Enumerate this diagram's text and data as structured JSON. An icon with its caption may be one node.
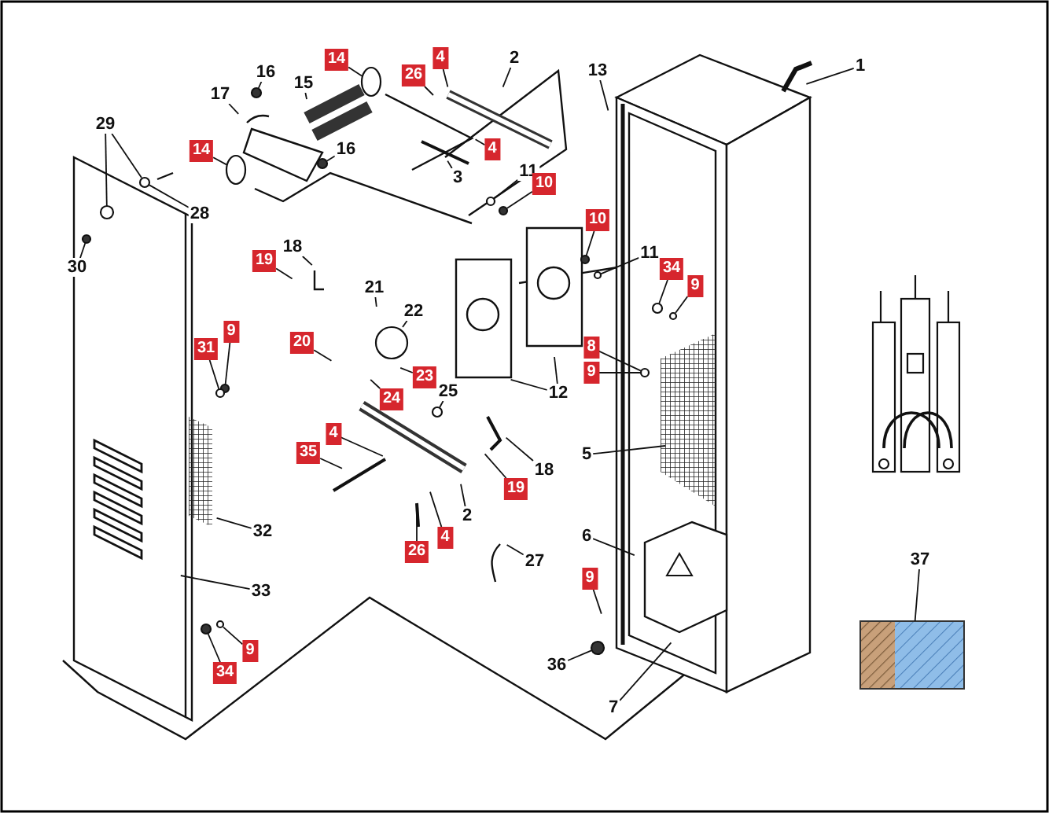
{
  "diagram": {
    "nodes": [
      {
        "text": [
          "1"
        ]
      },
      {
        "text": [
          "2"
        ]
      },
      {
        "text": [
          "4"
        ]
      },
      {
        "text": [
          "14"
        ]
      },
      {
        "text": [
          "13"
        ]
      },
      {
        "text": [
          "26"
        ]
      },
      {
        "text": [
          "16"
        ]
      },
      {
        "text": [
          "15"
        ]
      },
      {
        "text": [
          "17"
        ]
      },
      {
        "text": [
          "29"
        ]
      },
      {
        "text": [
          "14"
        ]
      },
      {
        "text": [
          "16"
        ]
      },
      {
        "text": [
          "4"
        ]
      },
      {
        "text": [
          "11"
        ]
      },
      {
        "text": [
          "3"
        ]
      },
      {
        "text": [
          "10"
        ]
      },
      {
        "text": [
          "28"
        ]
      },
      {
        "text": [
          "10"
        ]
      },
      {
        "text": [
          "18"
        ]
      },
      {
        "text": [
          "11"
        ]
      },
      {
        "text": [
          "19"
        ]
      },
      {
        "text": [
          "30"
        ]
      },
      {
        "text": [
          "34"
        ]
      },
      {
        "text": [
          "9"
        ]
      },
      {
        "text": [
          "21"
        ]
      },
      {
        "text": [
          "22"
        ]
      },
      {
        "text": [
          "9"
        ]
      },
      {
        "text": [
          "20"
        ]
      },
      {
        "text": [
          "8"
        ]
      },
      {
        "text": [
          "31"
        ]
      },
      {
        "text": [
          "9"
        ]
      },
      {
        "text": [
          "23"
        ]
      },
      {
        "text": [
          "25"
        ]
      },
      {
        "text": [
          "12"
        ]
      },
      {
        "text": [
          "24"
        ]
      },
      {
        "text": [
          "4"
        ]
      },
      {
        "text": [
          "35"
        ]
      },
      {
        "text": [
          "5"
        ]
      },
      {
        "text": [
          "18"
        ]
      },
      {
        "text": [
          "19"
        ]
      },
      {
        "text": [
          "2"
        ]
      },
      {
        "text": [
          "32"
        ]
      },
      {
        "text": [
          "6"
        ]
      },
      {
        "text": [
          "4"
        ]
      },
      {
        "text": [
          "26"
        ]
      },
      {
        "text": [
          "37"
        ]
      },
      {
        "text": [
          "27"
        ]
      },
      {
        "text": [
          "9"
        ]
      },
      {
        "text": [
          "33"
        ]
      },
      {
        "text": [
          "9"
        ]
      },
      {
        "text": [
          "36"
        ]
      },
      {
        "text": [
          "34"
        ]
      },
      {
        "text": [
          "7"
        ]
      },
      {
        "text": [],
        "shape": "circle"
      },
      {
        "text": [],
        "shape": "circle"
      },
      {
        "text": [],
        "shape": "circle"
      },
      {
        "text": [],
        "shape": "circle"
      },
      {
        "text": [],
        "shape": "circle"
      },
      {
        "text": [],
        "shape": "circle"
      },
      {
        "text": [],
        "shape": "circle"
      },
      {
        "text": [],
        "shape": "circle"
      },
      {
        "text": [],
        "shape": "circle"
      },
      {
        "text": [],
        "shape": "circle"
      },
      {
        "text": [],
        "shape": "circle"
      },
      {
        "text": [],
        "shape": "circle"
      },
      {
        "text": [],
        "shape": "circle"
      },
      {
        "text": [],
        "shape": "circle"
      },
      {
        "text": [],
        "shape": "circle"
      },
      {
        "text": [],
        "shape": "circle"
      },
      {
        "text": [],
        "shape": "circle"
      },
      {
        "text": [],
        "shape": "circle"
      },
      {
        "text": [],
        "shape": "box"
      },
      {
        "text": [],
        "shape": "circle"
      },
      {
        "text": [],
        "shape": "circle"
      },
      {
        "text": [],
        "shape": "circle"
      }
    ],
    "edges": [
      {
        "from": 0,
        "to": null,
        "arrow": "none"
      },
      {
        "from": 1,
        "to": null,
        "arrow": "none"
      },
      {
        "from": 2,
        "to": null,
        "arrow": "none"
      },
      {
        "from": 3,
        "to": 53,
        "arrow": "none"
      },
      {
        "from": 4,
        "to": null,
        "arrow": "none"
      },
      {
        "from": 5,
        "to": null,
        "arrow": "none"
      },
      {
        "from": 6,
        "to": 54,
        "arrow": "none"
      },
      {
        "from": 7,
        "to": null,
        "arrow": "none"
      },
      {
        "from": 8,
        "to": null,
        "arrow": "none"
      },
      {
        "from": 9,
        "to": 60,
        "arrow": "none"
      },
      {
        "from": 9,
        "to": 57,
        "arrow": "none"
      },
      {
        "from": 10,
        "to": 56,
        "arrow": "none"
      },
      {
        "from": 11,
        "to": 55,
        "arrow": "none"
      },
      {
        "from": 12,
        "to": null,
        "arrow": "none"
      },
      {
        "from": 13,
        "to": 58,
        "arrow": "none"
      },
      {
        "from": 14,
        "to": null,
        "arrow": "none"
      },
      {
        "from": 15,
        "to": 59,
        "arrow": "none"
      },
      {
        "from": 16,
        "to": 57,
        "arrow": "none"
      },
      {
        "from": 17,
        "to": 62,
        "arrow": "none"
      },
      {
        "from": 18,
        "to": null,
        "arrow": "none"
      },
      {
        "from": 19,
        "to": 63,
        "arrow": "none"
      },
      {
        "from": 20,
        "to": null,
        "arrow": "none"
      },
      {
        "from": 21,
        "to": 61,
        "arrow": "none"
      },
      {
        "from": 22,
        "to": 64,
        "arrow": "none"
      },
      {
        "from": 23,
        "to": 65,
        "arrow": "none"
      },
      {
        "from": 24,
        "to": null,
        "arrow": "none"
      },
      {
        "from": 25,
        "to": 66,
        "arrow": "none"
      },
      {
        "from": 26,
        "to": 68,
        "arrow": "none"
      },
      {
        "from": 27,
        "to": null,
        "arrow": "none"
      },
      {
        "from": 28,
        "to": 67,
        "arrow": "none"
      },
      {
        "from": 29,
        "to": 69,
        "arrow": "none"
      },
      {
        "from": 30,
        "to": 67,
        "arrow": "none"
      },
      {
        "from": 31,
        "to": null,
        "arrow": "none"
      },
      {
        "from": 32,
        "to": 70,
        "arrow": "none"
      },
      {
        "from": 33,
        "to": null,
        "arrow": "none"
      },
      {
        "from": 33,
        "to": null,
        "arrow": "none"
      },
      {
        "from": 34,
        "to": null,
        "arrow": "none"
      },
      {
        "from": 35,
        "to": null,
        "arrow": "none"
      },
      {
        "from": 36,
        "to": null,
        "arrow": "none"
      },
      {
        "from": 37,
        "to": null,
        "arrow": "none"
      },
      {
        "from": 38,
        "to": null,
        "arrow": "none"
      },
      {
        "from": 39,
        "to": null,
        "arrow": "none"
      },
      {
        "from": 40,
        "to": null,
        "arrow": "none"
      },
      {
        "from": 41,
        "to": null,
        "arrow": "none"
      },
      {
        "from": 42,
        "to": null,
        "arrow": "none"
      },
      {
        "from": 43,
        "to": null,
        "arrow": "none"
      },
      {
        "from": 44,
        "to": null,
        "arrow": "none"
      },
      {
        "from": 45,
        "to": 71,
        "arrow": "none"
      },
      {
        "from": 46,
        "to": null,
        "arrow": "none"
      },
      {
        "from": 47,
        "to": null,
        "arrow": "none"
      },
      {
        "from": 48,
        "to": null,
        "arrow": "none"
      },
      {
        "from": 49,
        "to": 72,
        "arrow": "none"
      },
      {
        "from": 50,
        "to": 74,
        "arrow": "none"
      },
      {
        "from": 51,
        "to": 73,
        "arrow": "none"
      },
      {
        "from": 52,
        "to": null,
        "arrow": "none"
      }
    ]
  }
}
